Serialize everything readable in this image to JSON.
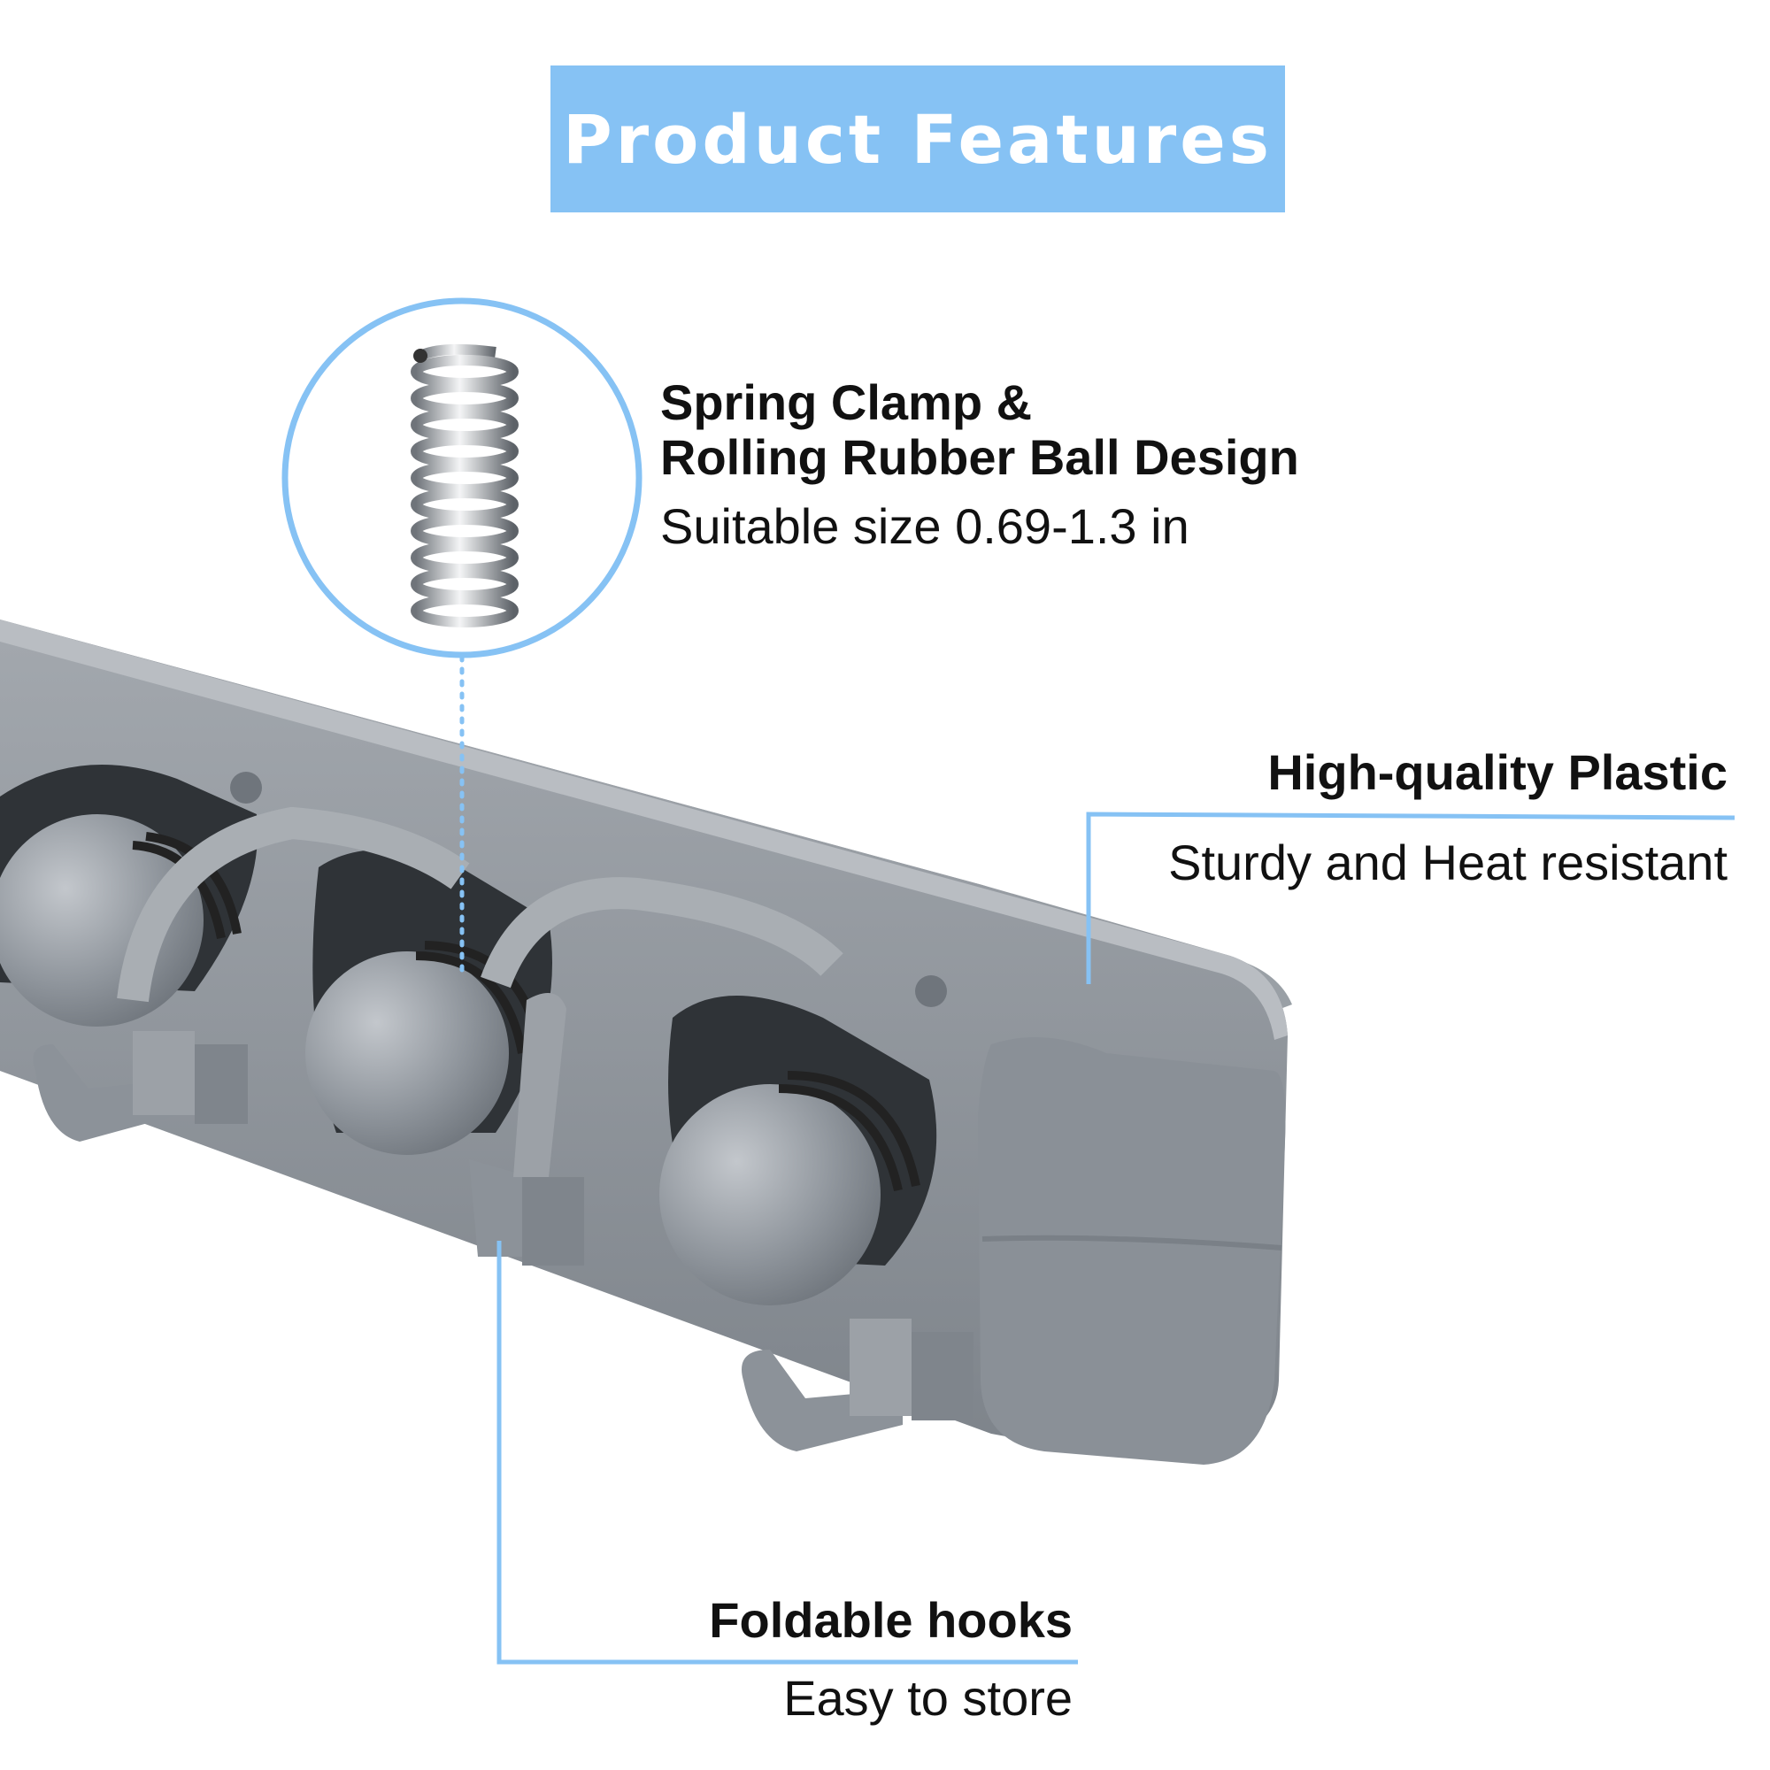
{
  "header": {
    "title": "Product Features",
    "banner_color": "#86c2f4"
  },
  "features": {
    "spring": {
      "title_line1": "Spring Clamp &",
      "title_line2": "Rolling Rubber Ball Design",
      "description": "Suitable size 0.69-1.3 in",
      "icon": "spring-icon"
    },
    "plastic": {
      "title": "High-quality Plastic",
      "description": "Sturdy and Heat resistant"
    },
    "hooks": {
      "title": "Foldable hooks",
      "description": "Easy to store"
    }
  },
  "colors": {
    "accent_line": "#86c2f4",
    "product_gray": "#8c9299",
    "text": "#111111"
  }
}
